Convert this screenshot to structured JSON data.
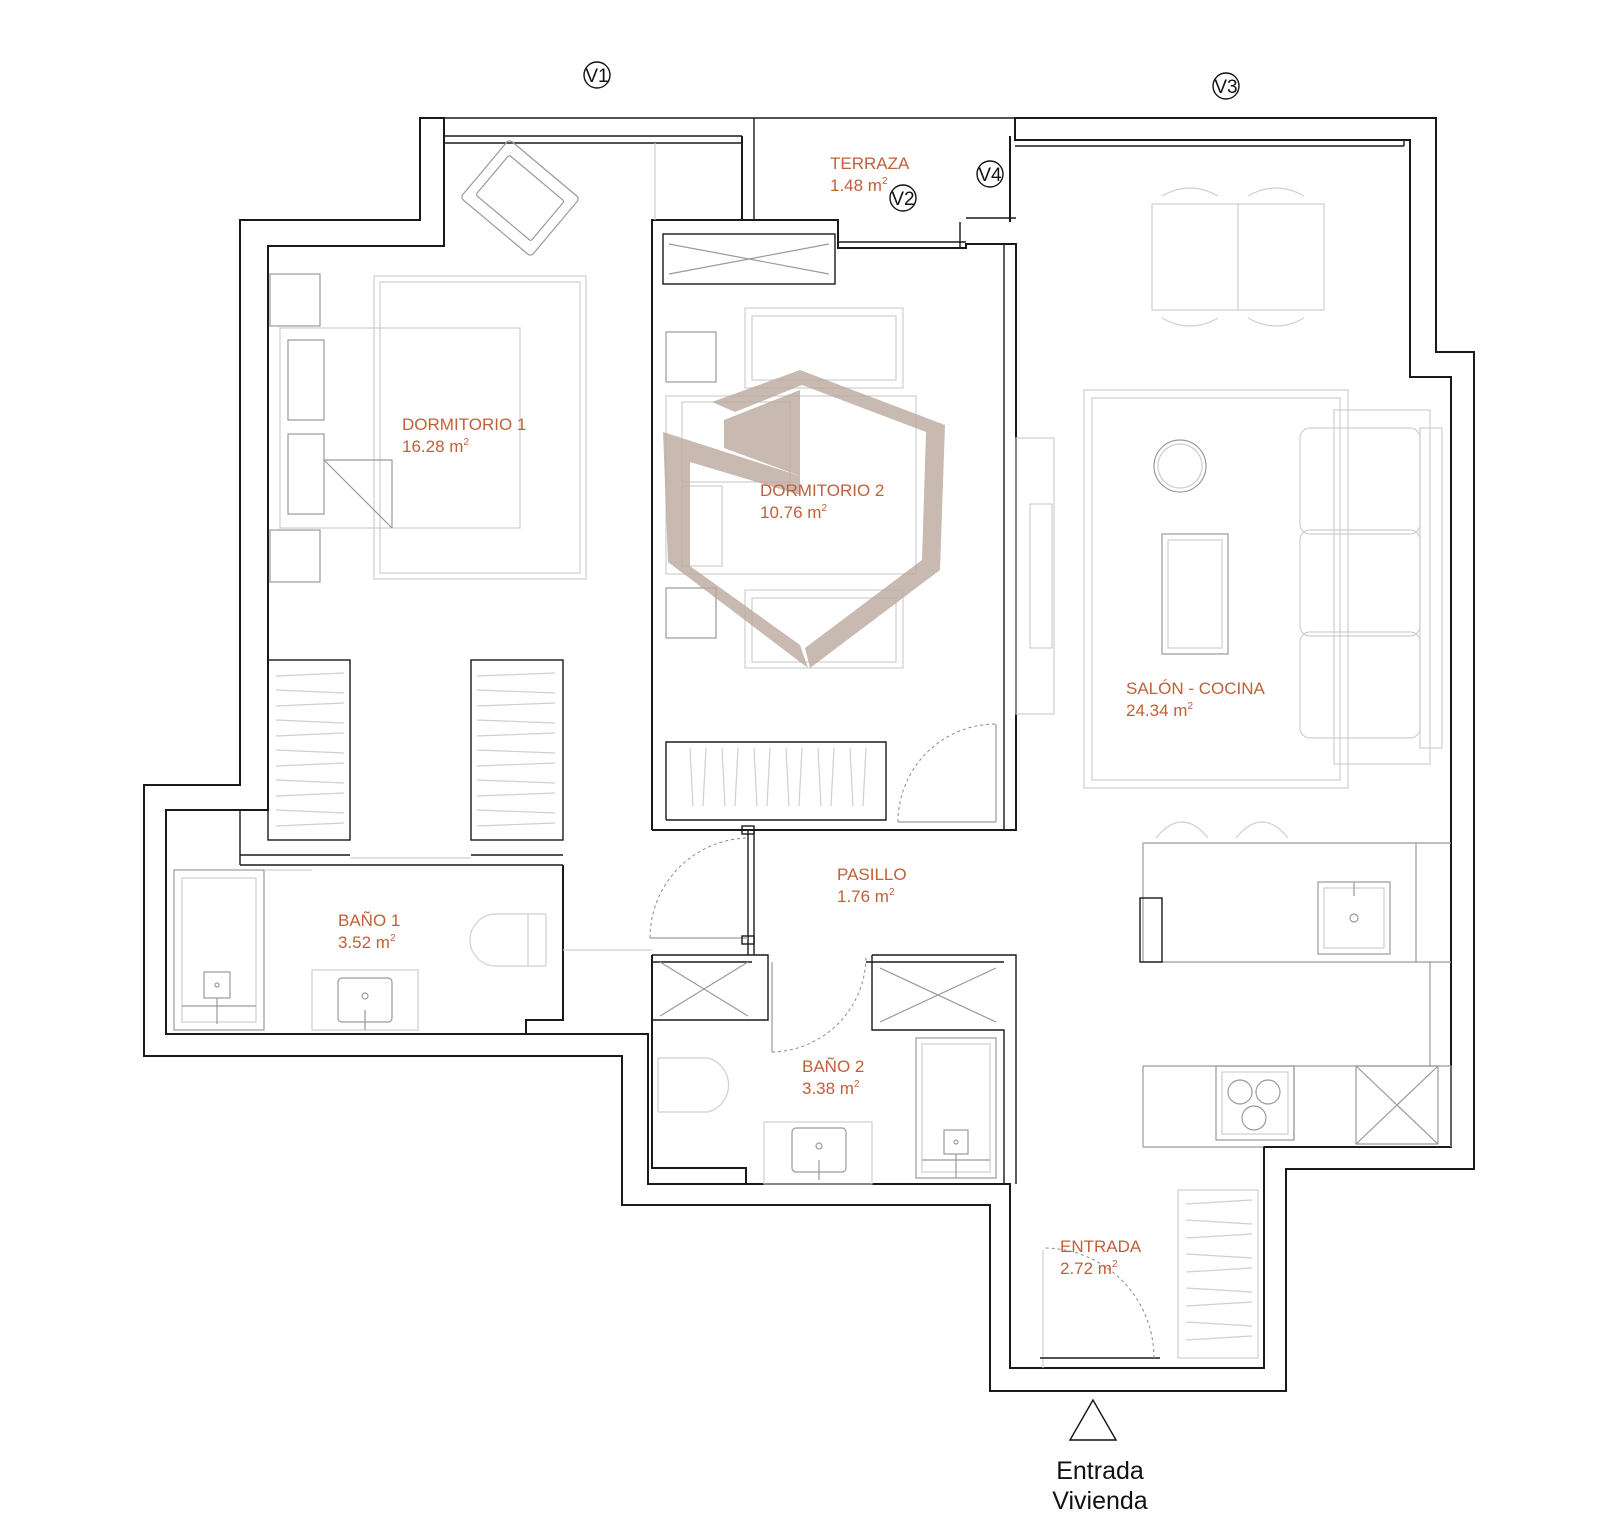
{
  "colors": {
    "wall_fill": "#ffffff",
    "wall_line": "#1a1a1a",
    "furniture_line": "#9a9a9a",
    "light_line": "#cfcfcf",
    "label_text": "#c0603a",
    "watermark": "#b9a69b"
  },
  "rooms": [
    {
      "id": "dormitorio-1",
      "name": "DORMITORIO 1",
      "area": "16.28 m",
      "sup": "2"
    },
    {
      "id": "dormitorio-2",
      "name": "DORMITORIO 2",
      "area": "10.76 m",
      "sup": "2"
    },
    {
      "id": "terraza",
      "name": "TERRAZA",
      "area": "1.48 m",
      "sup": "2"
    },
    {
      "id": "salon-cocina",
      "name": "SALÓN - COCINA",
      "area": "24.34 m",
      "sup": "2"
    },
    {
      "id": "pasillo",
      "name": "PASILLO",
      "area": "1.76 m",
      "sup": "2"
    },
    {
      "id": "bano-1",
      "name": "BAÑO 1",
      "area": "3.52 m",
      "sup": "2"
    },
    {
      "id": "bano-2",
      "name": "BAÑO 2",
      "area": "3.38 m",
      "sup": "2"
    },
    {
      "id": "entrada",
      "name": "ENTRADA",
      "area": "2.72 m",
      "sup": "2"
    }
  ],
  "window_markers": [
    "V1",
    "V2",
    "V3",
    "V4"
  ],
  "entrance": {
    "line1": "Entrada",
    "line2": "Vivienda"
  },
  "icons": {
    "entrance": "triangle-entrance-icon",
    "watermark": "hexagon-logo-watermark"
  }
}
